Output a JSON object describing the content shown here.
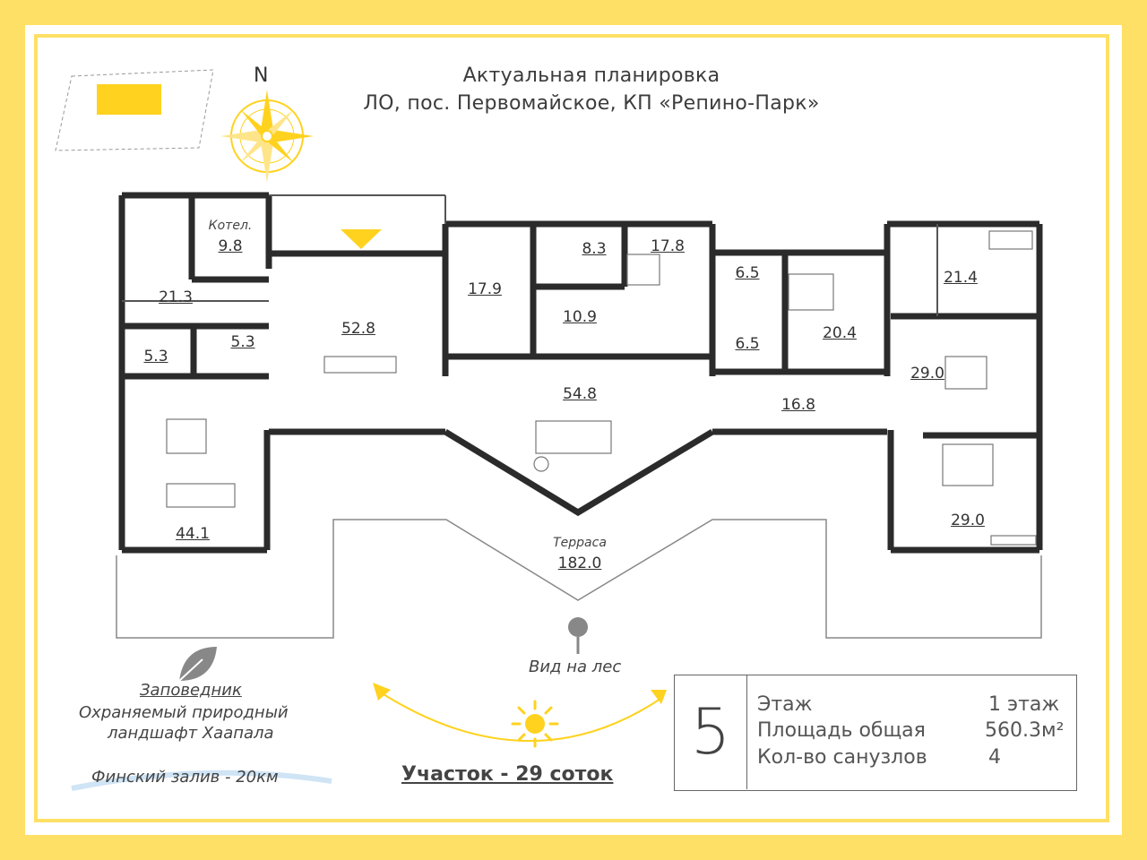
{
  "header": {
    "title_line1": "Актуальная планировка",
    "title_line2": "ЛО, пос. Первомайское, КП «Репино-Парк»"
  },
  "compass": {
    "north_label": "N"
  },
  "rooms": [
    {
      "id": "boiler",
      "name": "Котел.",
      "area": "9.8"
    },
    {
      "id": "r1",
      "area": "21.3"
    },
    {
      "id": "r2",
      "area": "5.3"
    },
    {
      "id": "r3",
      "area": "5.3"
    },
    {
      "id": "kitchen",
      "area": "44.1"
    },
    {
      "id": "hall",
      "area": "52.8"
    },
    {
      "id": "r4",
      "area": "17.9"
    },
    {
      "id": "r5",
      "area": "8.3"
    },
    {
      "id": "r6",
      "area": "17.8"
    },
    {
      "id": "r7",
      "area": "10.9"
    },
    {
      "id": "living",
      "area": "54.8"
    },
    {
      "id": "r8",
      "area": "6.5"
    },
    {
      "id": "r9",
      "area": "6.5"
    },
    {
      "id": "r10",
      "area": "20.4"
    },
    {
      "id": "r11",
      "area": "16.8"
    },
    {
      "id": "r12",
      "area": "21.4"
    },
    {
      "id": "r13",
      "area": "29.0"
    },
    {
      "id": "r14",
      "area": "29.0"
    },
    {
      "id": "terrace",
      "name": "Терраса",
      "area": "182.0"
    }
  ],
  "annotations": {
    "view": "Вид на лес",
    "reserve_title": "Заповедник",
    "reserve_line1": "Охраняемый природный",
    "reserve_line2": "ландшафт Хаапала",
    "gulf": "Финский залив - 20км",
    "plot": "Участок - 29 соток"
  },
  "info": {
    "house_number": "5",
    "rows": [
      {
        "label": "Этаж",
        "value": "1 этаж"
      },
      {
        "label": "Площадь общая",
        "value": "560.3м²"
      },
      {
        "label": "Кол-во санузлов",
        "value": "4"
      }
    ]
  },
  "colors": {
    "accent": "#ffd21f",
    "frame": "#ffe066",
    "wall": "#2b2b2b"
  }
}
